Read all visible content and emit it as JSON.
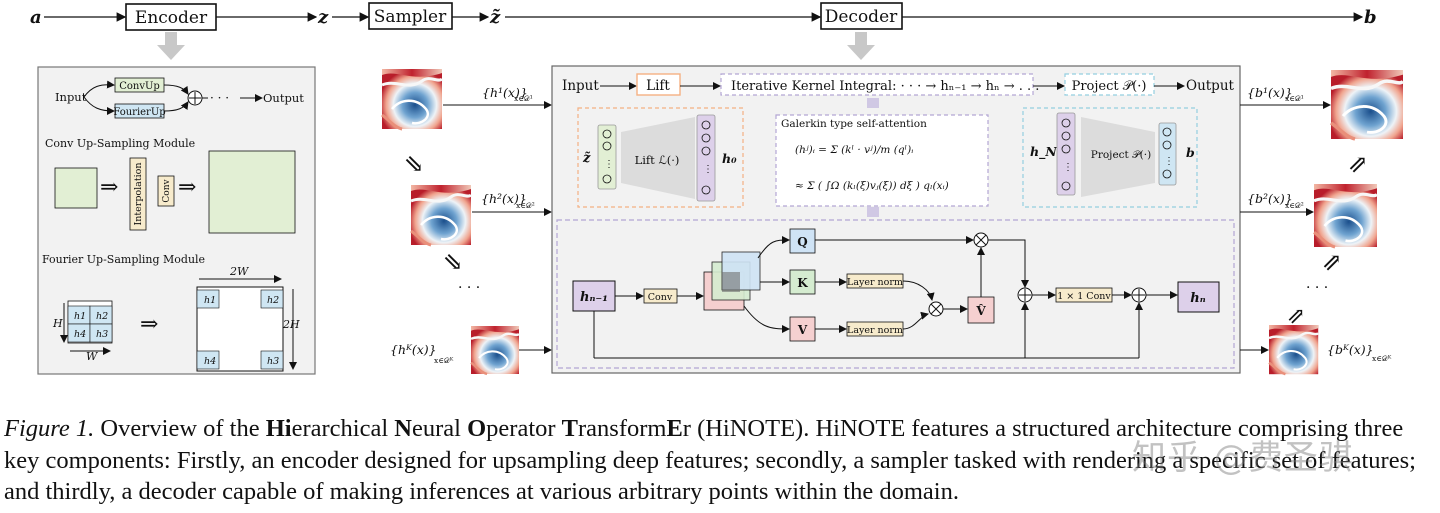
{
  "pipeline": {
    "input_var": "a",
    "encoder": "Encoder",
    "latent": "z",
    "sampler": "Sampler",
    "sampled": "z̃",
    "decoder": "Decoder",
    "output_var": "b"
  },
  "encoder_panel": {
    "input": "Input",
    "convup": "ConvUp",
    "fourierup": "FourierUp",
    "dots": "· · ·",
    "output": "Output",
    "conv_title": "Conv Up-Sampling Module",
    "interp": "Interpolation",
    "conv": "Conv",
    "fourier_title": "Fourier Up-Sampling Module",
    "w2": "2W",
    "h2": "2H",
    "h": "H",
    "w": "W",
    "h1": "h1",
    "h2c": "h2",
    "h3": "h3",
    "h4": "h4"
  },
  "sampler": {
    "set1": "{h¹(x)}",
    "sub1": "x∈𝒟¹",
    "set2": "{h²(x)}",
    "sub2": "x∈𝒟²",
    "setk": "{hᴷ(x)}",
    "subk": "x∈𝒟ᴷ",
    "dots": "· · ·"
  },
  "decoder_panel": {
    "input": "Input",
    "lift": "Lift",
    "iki": "Iterative Kernel Integral: · · · → hₙ₋₁ → hₙ → . . .",
    "project": "Project 𝒫(·)",
    "output": "Output",
    "ztilde": "z̃",
    "lift_op": "Lift ℒ(·)",
    "h0": "h₀",
    "galerkin_title": "Galerkin type self-attention",
    "eq1": "(hʲ)ᵢ = Σ (kˡ · vʲ)/m (qˡ)ᵢ",
    "eq2": "≈ Σ ( ∫Ω (kₗ(ξ)vⱼ(ξ)) dξ ) qₗ(xᵢ)",
    "hN": "h_N",
    "proj_op": "Project 𝒫(·)",
    "b": "b",
    "hn1": "hₙ₋₁",
    "conv": "Conv",
    "q": "Q",
    "k": "K",
    "v": "V",
    "layer_norm1": "Layer norm",
    "layer_norm2": "Layer norm",
    "vhat": "V̂",
    "conv11": "1 × 1 Conv",
    "hn": "hₙ"
  },
  "outputs": {
    "set1": "{b¹(x)}",
    "sub1": "x∈𝒟¹",
    "set2": "{b²(x)}",
    "sub2": "x∈𝒟²",
    "setk": "{bᴷ(x)}",
    "subk": "x∈𝒟ᴷ",
    "dots": "· · ·"
  },
  "caption": {
    "lead": "Figure 1.",
    "p1": " Overview of the ",
    "hi": "Hi",
    "p2": "erarchical ",
    "n": "N",
    "p3": "eural ",
    "o": "O",
    "p4": "perator ",
    "t": "T",
    "p5": "ransform",
    "e": "E",
    "p6": "r (HiNOTE). HiNOTE features a structured architecture comprising three key components: Firstly, an encoder designed for upsampling deep features; secondly, a sampler tasked with rendering a specific set of features; and thirdly, a decoder capable of making inferences at various arbitrary points within the domain."
  },
  "watermark": "知乎 @费圣骐",
  "colors": {
    "green_box": "#e2efd4",
    "blue_box": "#cfe6f3",
    "purple_box": "#ddd0ea",
    "orange_dash": "#f4b183",
    "purple_dash": "#b3a6d4",
    "cyan_dash": "#94cfe0",
    "q_blue": "#cfe3f5",
    "k_green": "#d5ecd0",
    "v_red": "#f5d0d0",
    "beige": "#f7ebcc"
  }
}
